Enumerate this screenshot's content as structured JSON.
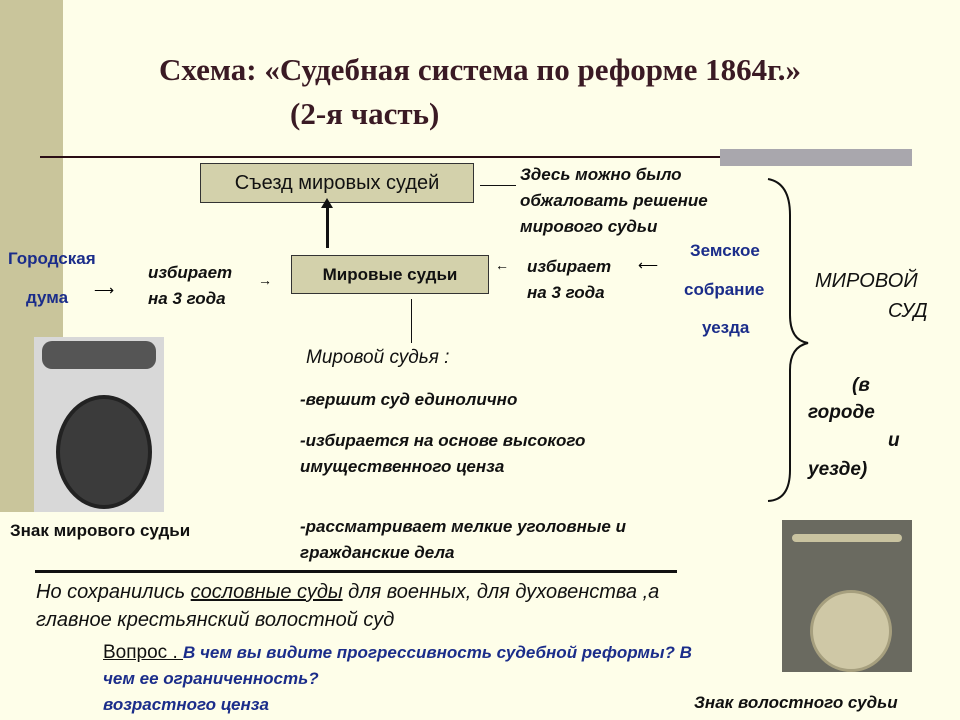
{
  "title": {
    "line1": "Схема: «Судебная система по реформе 1864г.»",
    "line2": "(2-я часть)"
  },
  "boxes": {
    "congress": "Съезд мировых судей",
    "justices": "Мировые судьи"
  },
  "appeal_note": "Здесь можно было обжаловать решение мирового судьи",
  "city_duma": {
    "line1": "Городская",
    "line2": "дума"
  },
  "elects_left": {
    "line1": "избирает",
    "line2": "на 3 года"
  },
  "elects_right": {
    "line1": "избирает",
    "line2": "на 3 года"
  },
  "zemstvo": {
    "line1": "Земское",
    "line2": "собрание",
    "line3": "уезда"
  },
  "world_court": {
    "line1": "МИРОВОЙ",
    "line2": "СУД",
    "note1": "(в",
    "note2": "городе",
    "note3": "и",
    "note4": "уезде)"
  },
  "judge_heading": "Мировой судья :",
  "judge_points": [
    "-вершит суд единолично",
    "-рассматривает мелкие уголовные и гражданские дела",
    "-избирается на основе высокого имущественного ценза"
  ],
  "captions": {
    "medal1": "Знак мирового судьи",
    "medal2": "Знак волостного судьи"
  },
  "bottom": {
    "pre": "Но сохранились ",
    "underlined": "сословные суды",
    "post": " для военных, для духовенства ,а главное крестьянский волостной суд"
  },
  "question": {
    "label": "Вопрос . ",
    "text": "В чем вы видите прогрессивность судебной реформы? В чем ее ограниченность?",
    "overlap": "возрастного ценза"
  }
}
